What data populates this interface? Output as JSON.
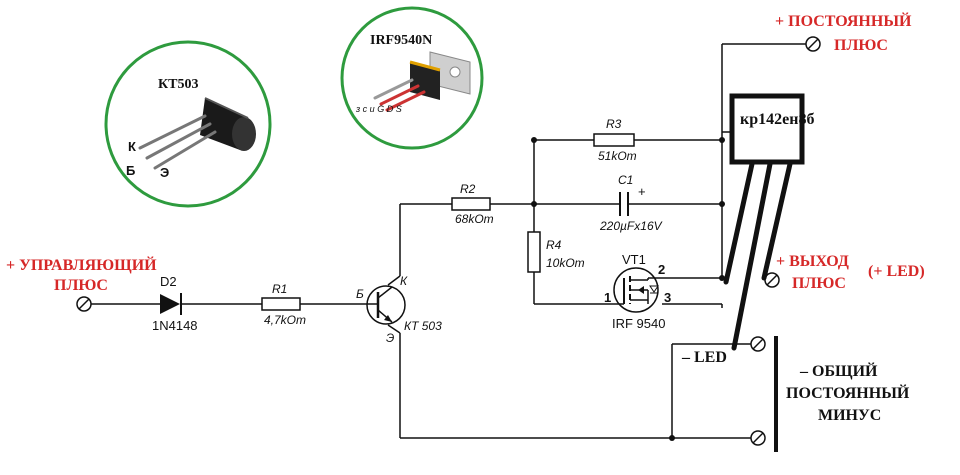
{
  "labels": {
    "const_plus_1": "+ ПОСТОЯННЫЙ",
    "const_plus_2": "ПЛЮС",
    "control_plus_1": "+ УПРАВЛЯЮЩИЙ",
    "control_plus_2": "ПЛЮС",
    "output_1": "+ ВЫХОД",
    "output_2": "ПЛЮС",
    "output_3": "(+ LED)",
    "led_minus": "– LED",
    "common_minus_1": "– ОБЩИЙ",
    "common_minus_2": "ПОСТОЯННЫЙ",
    "common_minus_3": "МИНУС",
    "regulator": "кр142ен8б"
  },
  "inset_kt503": {
    "title": "КТ503",
    "pin_k": "К",
    "pin_b": "Б",
    "pin_e": "Э"
  },
  "inset_irf": {
    "title": "IRF9540N",
    "pin_text": "з с и\nG D S"
  },
  "components": {
    "d2_name": "D2",
    "d2_value": "1N4148",
    "r1_name": "R1",
    "r1_value": "4,7kOm",
    "r2_name": "R2",
    "r2_value": "68kOm",
    "r3_name": "R3",
    "r3_value": "51kOm",
    "r4_name": "R4",
    "r4_value": "10kOm",
    "c1_name": "C1",
    "c1_value": "220µFx16V",
    "c1_plus": "+",
    "vt1_name": "VT1",
    "vt1_value": "IRF 9540",
    "vt1_pin1": "1",
    "vt1_pin2": "2",
    "vt1_pin3": "3",
    "q_k": "К",
    "q_b": "Б",
    "q_e": "Э",
    "q_value": "КТ 503"
  },
  "colors": {
    "accent_red": "#d62828",
    "inset_ring": "#2e9b3e",
    "wire": "#111111"
  }
}
